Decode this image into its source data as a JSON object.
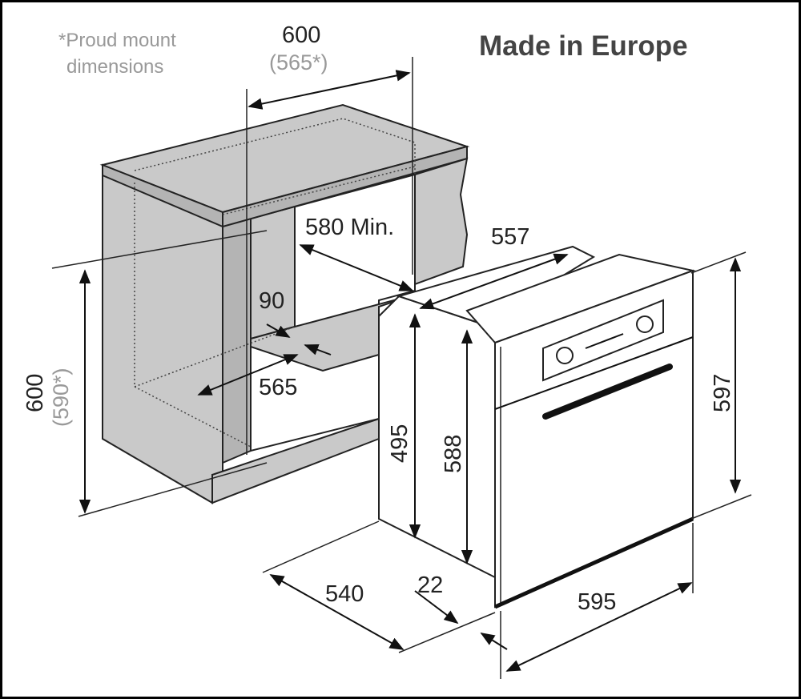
{
  "title": "Made in Europe",
  "note": {
    "line1": "*Proud mount",
    "line2": "dimensions"
  },
  "dimensions": {
    "cabinet_width": "600",
    "cabinet_width_proud": "(565*)",
    "cabinet_depth_min": "580 Min.",
    "cabinet_height": "600",
    "cabinet_height_proud": "(590*)",
    "vent_gap": "90",
    "inner_width": "565",
    "oven_top_depth": "557",
    "oven_side_height": "495",
    "oven_body_height": "588",
    "oven_front_height": "597",
    "oven_depth": "540",
    "front_panel_depth": "22",
    "oven_front_width": "595"
  },
  "colors": {
    "cabinet": "#c9c9c9",
    "cabinet_dark": "#b4b4b4",
    "line": "#111111"
  }
}
